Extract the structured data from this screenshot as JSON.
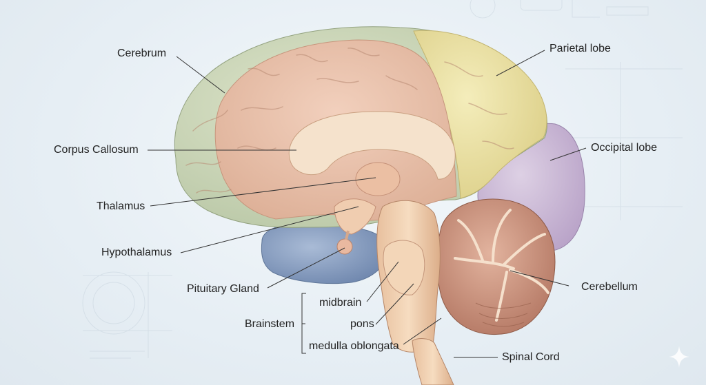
{
  "labels": {
    "cerebrum": "Cerebrum",
    "corpus_callosum": "Corpus Callosum",
    "thalamus": "Thalamus",
    "hypothalamus": "Hypothalamus",
    "pituitary_gland": "Pituitary Gland",
    "brainstem": "Brainstem",
    "midbrain": "midbrain",
    "pons": "pons",
    "medulla_oblongata": "medulla oblongata",
    "parietal_lobe": "Parietal lobe",
    "occipital_lobe": "Occipital lobe",
    "cerebellum": "Cerebellum",
    "spinal_cord": "Spinal Cord"
  },
  "colors": {
    "frontal": "#cfd9bd",
    "cerebrum_inner": "#e8bfa8",
    "parietal": "#ece3a6",
    "occipital": "#cdbbd6",
    "temporal": "#8ea4c6",
    "cerebellum": "#cf9a84",
    "brainstem": "#f1d1b2",
    "corpus_callosum": "#f5e0c8",
    "line": "#333333"
  },
  "icons": {
    "sparkle": "sparkle-icon"
  }
}
